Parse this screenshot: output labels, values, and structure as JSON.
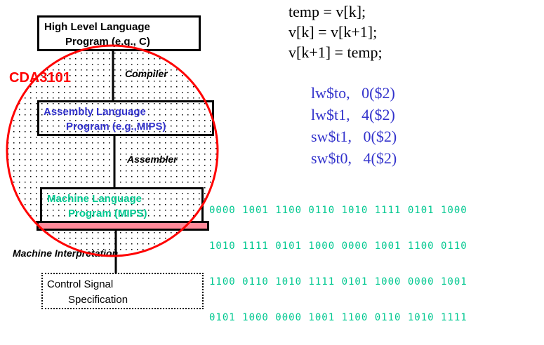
{
  "diagram": {
    "course_label": "CDA3101",
    "high_level": {
      "line1": "High Level Language",
      "line2": "Program (e.g., C)"
    },
    "compiler_label": "Compiler",
    "assembly": {
      "line1": "Assembly  Language",
      "line2": "Program (e.g.,MIPS)"
    },
    "assembler_label": "Assembler",
    "machine": {
      "line1": "Machine  Language",
      "line2": "Program (MIPS)"
    },
    "interpretation_label": "Machine Interpretation",
    "control": {
      "line1": "Control Signal",
      "line2": "Specification"
    },
    "c_code": [
      "temp = v[k];",
      "v[k] = v[k+1];",
      "v[k+1] = temp;"
    ],
    "asm_code": [
      "lw$to,   0($2)",
      "lw$t1,   4($2)",
      "sw$t1,   0($2)",
      "sw$t0,   4($2)"
    ],
    "binary": [
      "0000 1001 1100 0110 1010 1111 0101 1000",
      "1010 1111 0101 1000 0000 1001 1100 0110",
      "1100 0110 1010 1111 0101 1000 0000 1001",
      "0101 1000 0000 1001 1100 0110 1010 1111"
    ],
    "colors": {
      "red": "#ff0000",
      "blue": "#3333cc",
      "green": "#00c890",
      "pink": "#ff8a9a"
    }
  }
}
